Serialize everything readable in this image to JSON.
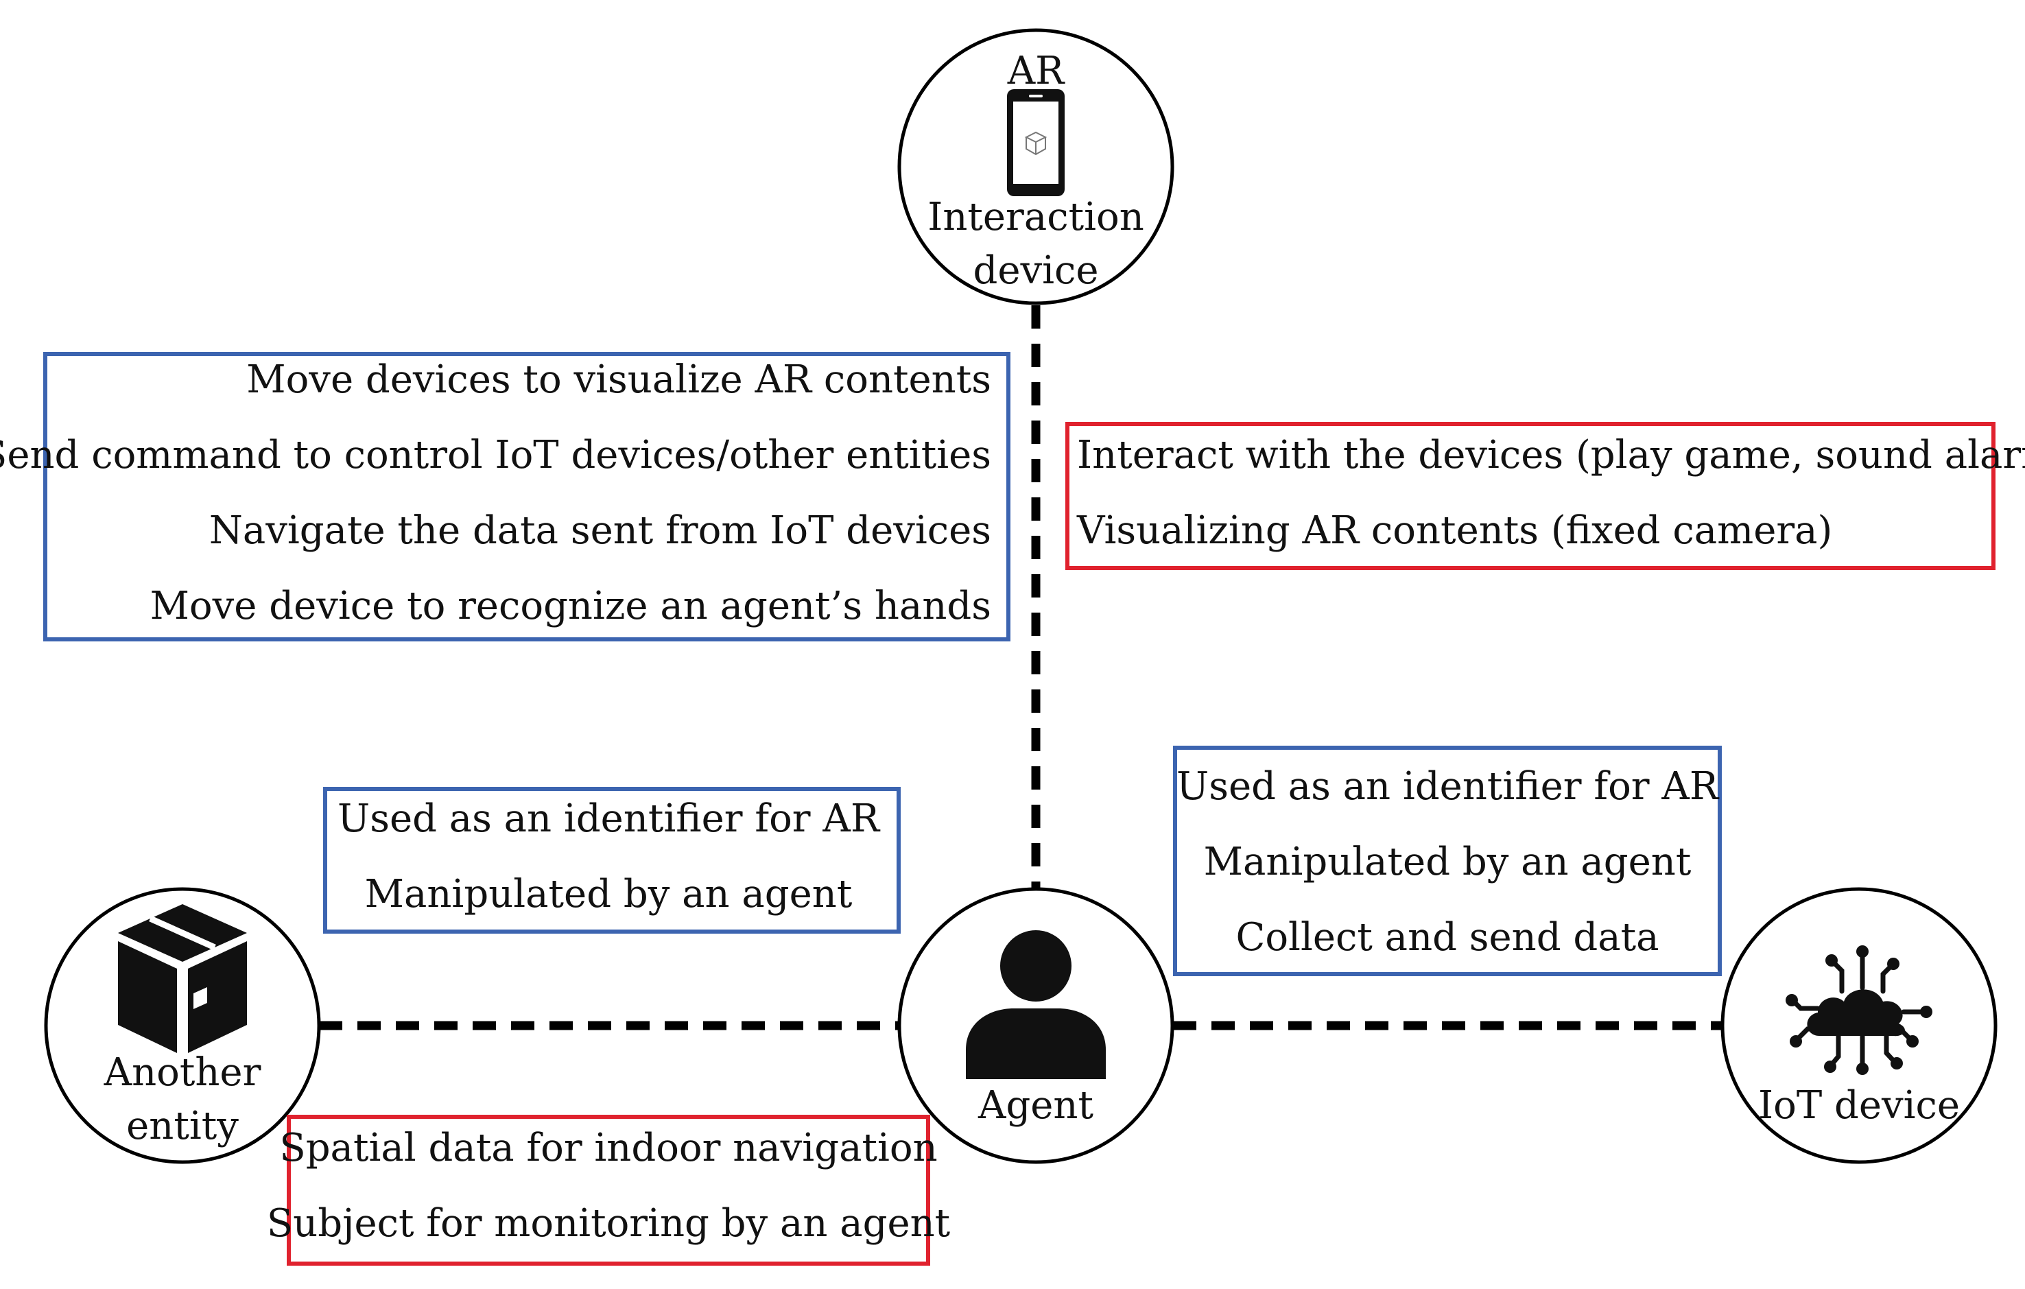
{
  "colors": {
    "blue_box": "#3c64b0",
    "red_box": "#e0222e",
    "line": "#000000",
    "icon": "#111111"
  },
  "nodes": {
    "interaction_device": {
      "label_top": "AR",
      "label_line1": "Interaction",
      "label_line2": "device",
      "icon": "smartphone-ar-icon"
    },
    "agent": {
      "label": "Agent",
      "icon": "person-icon"
    },
    "another_entity": {
      "label_line1": "Another",
      "label_line2": "entity",
      "icon": "box-icon"
    },
    "iot_device": {
      "label": "IoT device",
      "icon": "cloud-iot-icon"
    }
  },
  "boxes": {
    "agent_to_device": {
      "color": "blue",
      "lines": [
        "Move devices to visualize AR contents",
        "Send command to control IoT devices/other entities",
        "Navigate the data sent from IoT devices",
        "Move device to recognize an agent’s hands"
      ]
    },
    "device_to_agent": {
      "color": "red",
      "lines": [
        "Interact with the devices (play game, sound alarm)",
        "Visualizing AR contents (fixed camera)"
      ]
    },
    "entity_to_agent": {
      "color": "blue",
      "lines": [
        "Used as an identifier for AR",
        "Manipulated by an agent"
      ]
    },
    "agent_to_entity": {
      "color": "red",
      "lines": [
        "Spatial data for indoor navigation",
        "Subject for monitoring by an agent"
      ]
    },
    "iot_to_agent": {
      "color": "blue",
      "lines": [
        "Used as an identifier for AR",
        "Manipulated by an agent",
        "Collect and send data"
      ]
    }
  }
}
